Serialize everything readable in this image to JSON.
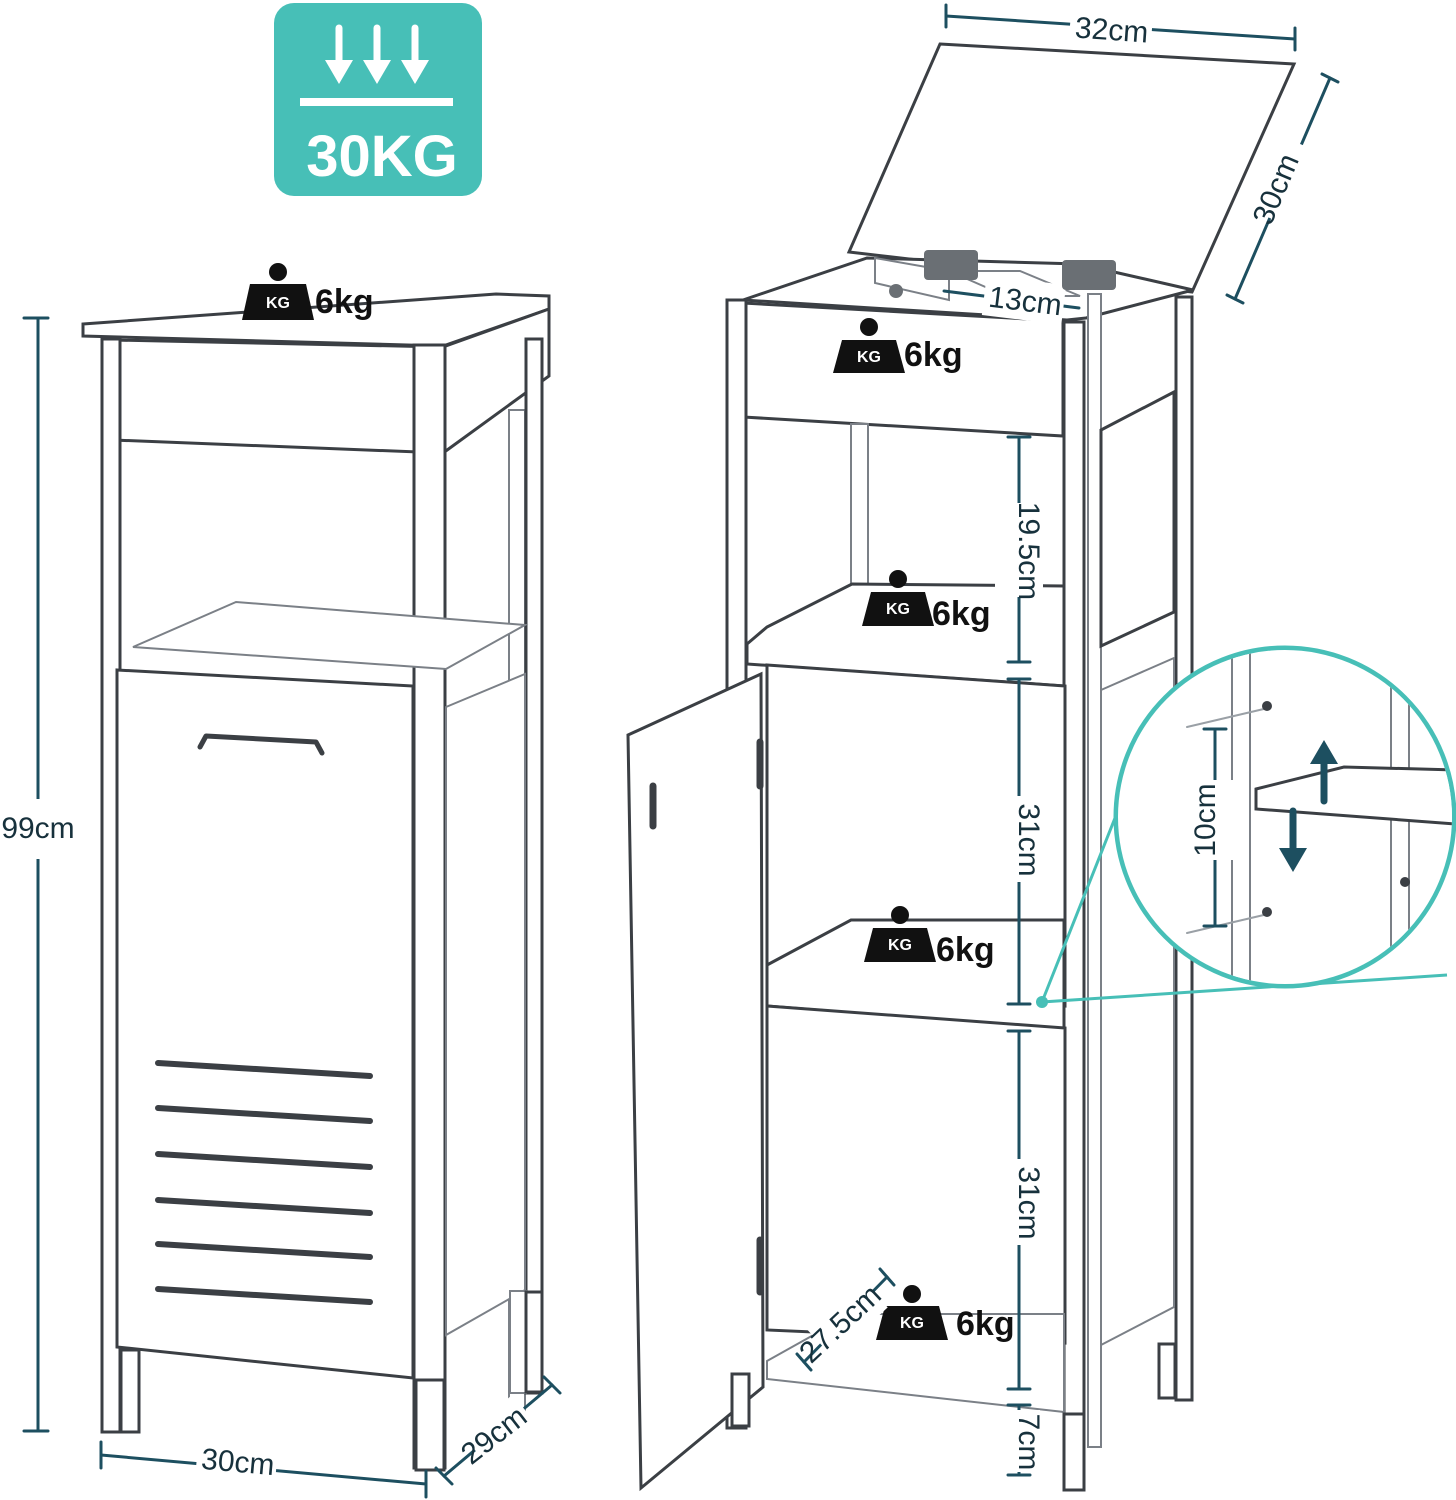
{
  "colors": {
    "accent": "#47bfb7",
    "dimension": "#1d4f60",
    "outline": "#3b3f44",
    "background": "#ffffff"
  },
  "badge": {
    "label": "30KG",
    "icon": "down-arrows-icon"
  },
  "front_cabinet": {
    "load_top": "6kg",
    "dimensions": {
      "height": "99cm",
      "width": "30cm",
      "depth": "29cm"
    }
  },
  "right_cabinet": {
    "dimensions": {
      "lid_width": "32cm",
      "lid_depth": "30cm",
      "top_compartment": "13cm",
      "upper_open": "19.5cm",
      "middle_compartment": "31cm",
      "lower_compartment": "31cm",
      "bottom_depth": "27.5cm",
      "leg_height": "7cm",
      "inset_adjust": "10cm"
    },
    "loads": {
      "top": "6kg",
      "upper_shelf": "6kg",
      "middle_shelf": "6kg",
      "bottom_shelf": "6kg"
    }
  },
  "icons": {
    "weight": "kg-weight-icon",
    "up_arrow": "up-arrow-icon",
    "down_arrow": "down-arrow-icon"
  }
}
